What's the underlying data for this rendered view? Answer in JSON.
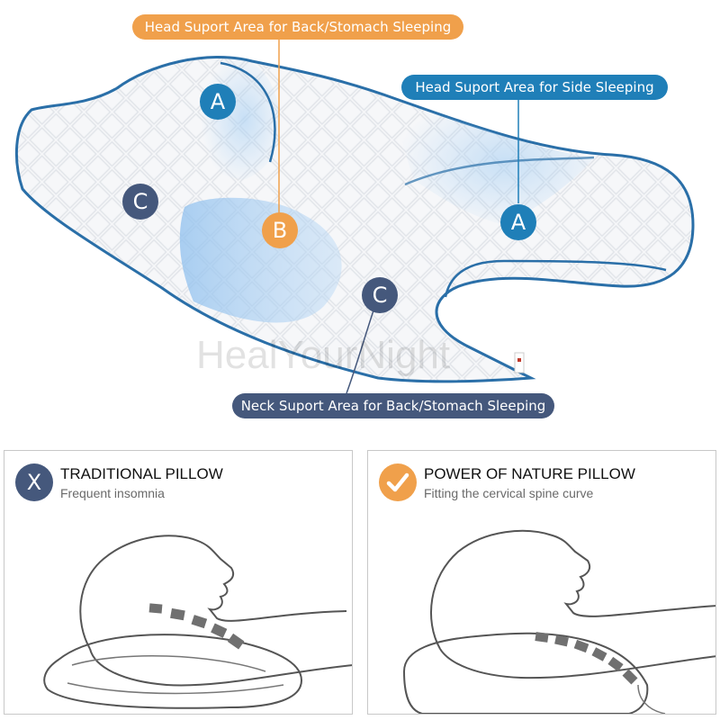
{
  "callouts": {
    "head_back": "Head Suport Area for Back/Stomach Sleeping",
    "head_side": "Head Suport Area for Side Sleeping",
    "neck_back": "Neck Suport Area for Back/Stomach Sleeping"
  },
  "markers": {
    "a": "A",
    "b": "B",
    "c": "C"
  },
  "watermark": "HealYourNight",
  "comparison": {
    "traditional": {
      "badge": "X",
      "title": "TRADITIONAL PILLOW",
      "subtitle": "Frequent insomnia"
    },
    "nature": {
      "title": "POWER OF NATURE PILLOW",
      "subtitle": "Fitting the cervical spine curve"
    }
  },
  "colors": {
    "orange": "#f0a04b",
    "blue": "#1f7fb8",
    "navy": "#45587c",
    "piping": "#2a6fa8"
  }
}
